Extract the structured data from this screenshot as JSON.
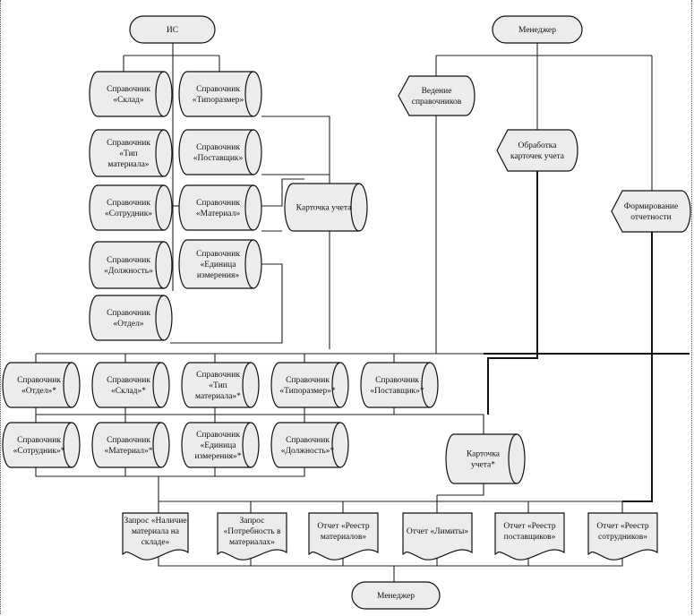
{
  "diagram": {
    "nodes": [
      {
        "id": "is",
        "type": "terminator",
        "lines": [
          "ИС"
        ]
      },
      {
        "id": "mgr_top",
        "type": "terminator",
        "lines": [
          "Менеджер"
        ]
      },
      {
        "id": "c_sklad",
        "type": "cylinder",
        "lines": [
          "Справочник",
          "«Склад»"
        ]
      },
      {
        "id": "c_tipor",
        "type": "cylinder",
        "lines": [
          "Справочник",
          "«Типоразмер»"
        ]
      },
      {
        "id": "c_tipmat",
        "type": "cylinder",
        "lines": [
          "Справочник",
          "«Тип",
          "материала»"
        ]
      },
      {
        "id": "c_post",
        "type": "cylinder",
        "lines": [
          "Справочник",
          "«Поставщик»"
        ]
      },
      {
        "id": "c_sotr",
        "type": "cylinder",
        "lines": [
          "Справочник",
          "«Сотрудник»"
        ]
      },
      {
        "id": "c_mat",
        "type": "cylinder",
        "lines": [
          "Справочник",
          "«Материал»"
        ]
      },
      {
        "id": "c_dolzh",
        "type": "cylinder",
        "lines": [
          "Справочник",
          "«Должность»"
        ]
      },
      {
        "id": "c_ed",
        "type": "cylinder",
        "lines": [
          "Справочник",
          "«Единица",
          "измерения»"
        ]
      },
      {
        "id": "c_otdel",
        "type": "cylinder",
        "lines": [
          "Справочник",
          "«Отдел»"
        ]
      },
      {
        "id": "c_kart",
        "type": "cylinder",
        "lines": [
          "Карточка учета"
        ]
      },
      {
        "id": "p_vedenie",
        "type": "display",
        "lines": [
          "Ведение",
          "справочников"
        ]
      },
      {
        "id": "p_obrab",
        "type": "display",
        "lines": [
          "Обработка",
          "карточек учета"
        ]
      },
      {
        "id": "p_form",
        "type": "display",
        "lines": [
          "Формирование",
          "отчетности"
        ]
      },
      {
        "id": "s_otdel",
        "type": "cylinder",
        "lines": [
          "Справочник",
          "«Отдел»*"
        ]
      },
      {
        "id": "s_sklad",
        "type": "cylinder",
        "lines": [
          "Справочник",
          "«Склад»*"
        ]
      },
      {
        "id": "s_tipmat",
        "type": "cylinder",
        "lines": [
          "Справочник",
          "«Тип",
          "материала»*"
        ]
      },
      {
        "id": "s_tipor",
        "type": "cylinder",
        "lines": [
          "Справочник",
          "«Типоразмер»*"
        ]
      },
      {
        "id": "s_post",
        "type": "cylinder",
        "lines": [
          "Справочник",
          "«Поставщик»*"
        ]
      },
      {
        "id": "s_sotr",
        "type": "cylinder",
        "lines": [
          "Справочник",
          "«Сотрудник»*"
        ]
      },
      {
        "id": "s_mat",
        "type": "cylinder",
        "lines": [
          "Справочник",
          "«Материал»*"
        ]
      },
      {
        "id": "s_ed",
        "type": "cylinder",
        "lines": [
          "Справочник",
          "«Единица",
          "измерения»*"
        ]
      },
      {
        "id": "s_dolzh",
        "type": "cylinder",
        "lines": [
          "Справочник",
          "«Должность»*"
        ]
      },
      {
        "id": "s_kart",
        "type": "cylinder",
        "lines": [
          "Карточка",
          "учета*"
        ]
      },
      {
        "id": "d_nal",
        "type": "document",
        "lines": [
          "Запрос «Наличие",
          "материала на",
          "складе»"
        ]
      },
      {
        "id": "d_potr",
        "type": "document",
        "lines": [
          "Запрос",
          "«Потребность в",
          "материалах»"
        ]
      },
      {
        "id": "d_rmat",
        "type": "document",
        "lines": [
          "Отчет «Реестр",
          "материалов»"
        ]
      },
      {
        "id": "d_lim",
        "type": "document",
        "lines": [
          "Отчет «Лимиты»"
        ]
      },
      {
        "id": "d_rpost",
        "type": "document",
        "lines": [
          "Отчет «Реестр",
          "поставщиков»"
        ]
      },
      {
        "id": "d_rsotr",
        "type": "document",
        "lines": [
          "Отчет «Реестр",
          "сотрудников»"
        ]
      },
      {
        "id": "mgr_bot",
        "type": "terminator",
        "lines": [
          "Менеджер"
        ]
      }
    ]
  }
}
